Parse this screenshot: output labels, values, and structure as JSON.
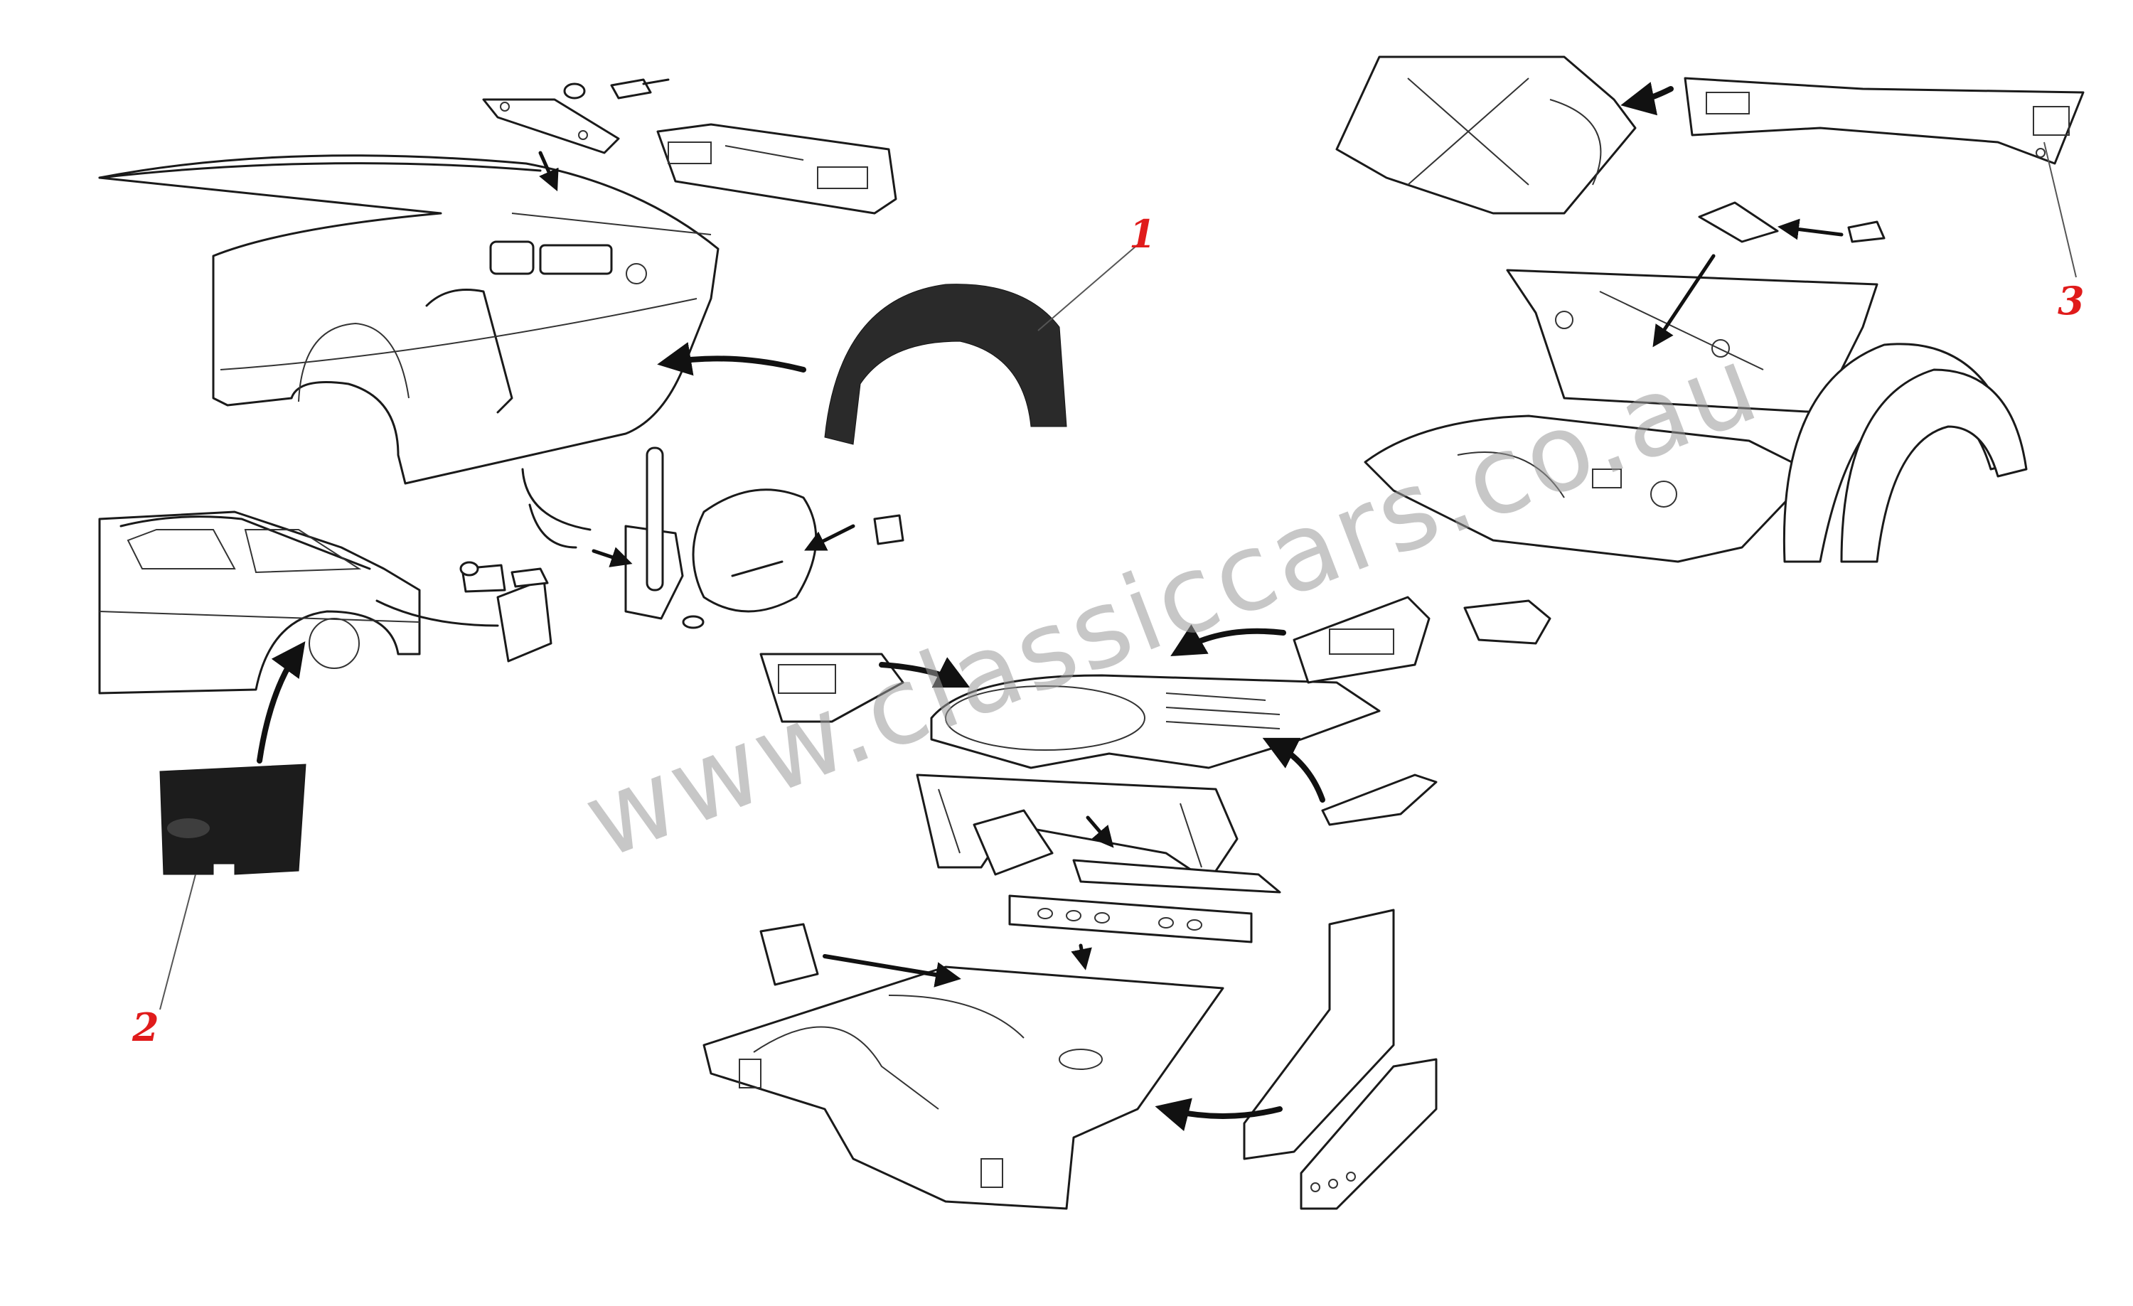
{
  "watermark": {
    "text": "www.classiccars.co.au",
    "color": "#9a9a9a"
  },
  "callouts": [
    {
      "id": "1",
      "label": "1",
      "part": "rear-wheel-arch-panel"
    },
    {
      "id": "2",
      "label": "2",
      "part": "door-sill-end-panel"
    },
    {
      "id": "3",
      "label": "3",
      "part": "rear-corner-panel"
    }
  ],
  "colors": {
    "callout": "#e01b1b",
    "linework": "#1a1a1a",
    "background": "#ffffff"
  }
}
